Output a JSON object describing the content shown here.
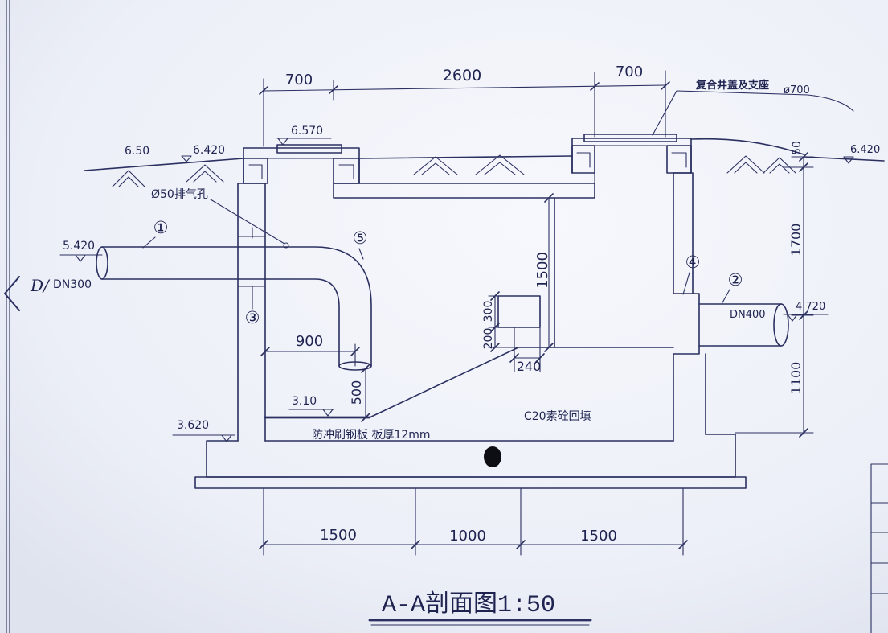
{
  "title": "A-A剖面图1:50",
  "dimensions": {
    "top": [
      "700",
      "2600",
      "700"
    ],
    "bottom": [
      "1500",
      "1000",
      "1500"
    ],
    "right": [
      "50",
      "1700",
      "1100"
    ],
    "inlet_offset": "900",
    "drop": "500",
    "divider_height": "1500",
    "block_height": "300",
    "block_base": "200",
    "block_width": "240"
  },
  "elevations": {
    "ground_left": "6.50",
    "ground_left_2": "6.420",
    "cover_left": "6.570",
    "ground_right": "6.420",
    "inlet_pipe": "5.420",
    "outlet_pipe": "4.720",
    "plate": "3.10",
    "foundation": "3.620"
  },
  "labels": {
    "cover_note": "复合井盖及支座",
    "cover_size": "ø700",
    "vent": "Ø50排气孔",
    "inlet_pipe": "DN300",
    "handwritten": "D/",
    "outlet_pipe": "DN400",
    "plate_note": "防冲刷钢板  板厚12mm",
    "fill_note": "C20素砼回填"
  },
  "callouts": [
    "①",
    "②",
    "③",
    "④",
    "⑤"
  ],
  "colors": {
    "ink": "#2b3061",
    "text": "#1f2350",
    "paper": "#eef1f8"
  }
}
